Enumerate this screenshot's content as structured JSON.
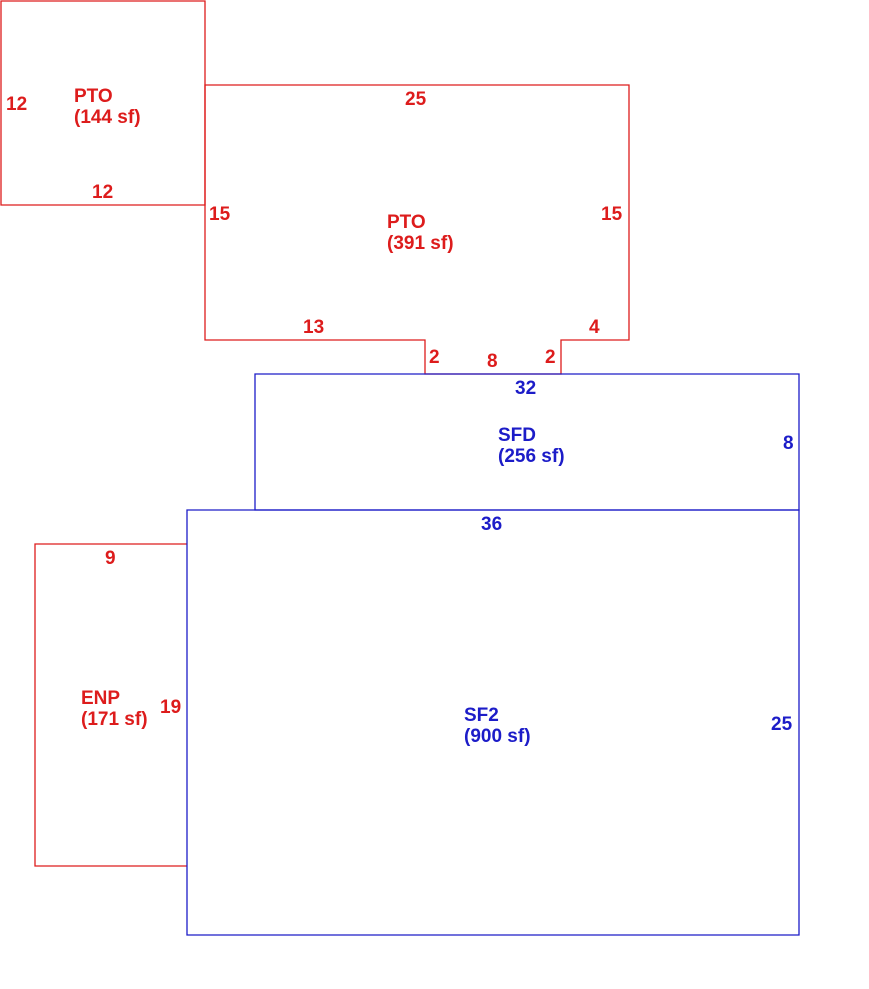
{
  "colors": {
    "patio": "#dd1c1c",
    "dwelling": "#1c1cc8",
    "background": "#ffffff"
  },
  "areas": [
    {
      "code": "PTO",
      "area": "(144 sf)",
      "color": "patio",
      "dims": {
        "left": "12",
        "bottom": "12"
      }
    },
    {
      "code": "PTO",
      "area": "(391 sf)",
      "color": "patio",
      "dims": {
        "top": "25",
        "left": "15",
        "right": "15",
        "bottom_left": "13",
        "notch_left": "2",
        "notch_bottom": "8",
        "notch_right": "2",
        "bottom_right": "4"
      }
    },
    {
      "code": "SFD",
      "area": "(256 sf)",
      "color": "dwelling",
      "dims": {
        "top": "32",
        "right": "8"
      }
    },
    {
      "code": "SF2",
      "area": "(900 sf)",
      "color": "dwelling",
      "dims": {
        "top": "36",
        "right": "25"
      }
    },
    {
      "code": "ENP",
      "area": "(171 sf)",
      "color": "patio",
      "dims": {
        "top": "9",
        "right": "19"
      }
    }
  ]
}
